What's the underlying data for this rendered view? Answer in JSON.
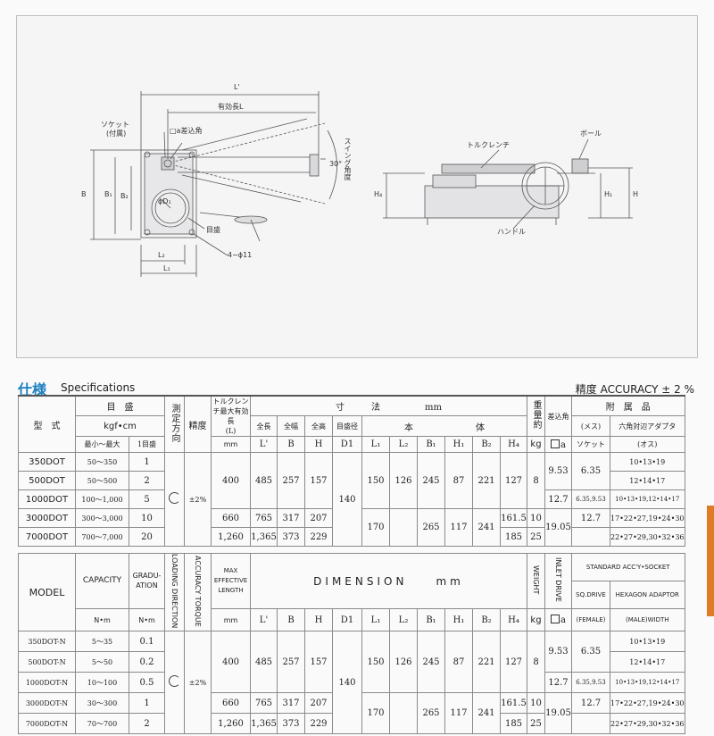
{
  "drawing": {
    "labels": {
      "L_prime": "L'",
      "effective_length": "有効長L",
      "socket": "ソケット",
      "socket_sub": "(付属)",
      "square_drive": "□a差込角",
      "angle": "30°",
      "swing_angle": "スイング角度",
      "B": "B",
      "B1": "B₁",
      "B2": "B₂",
      "D1": "ϕD₁",
      "graduation": "目盛",
      "holes": "4−ϕ11",
      "L2": "L₂",
      "L1": "L₁",
      "torque_wrench": "トルクレンチ",
      "ball": "ボール",
      "handle": "ハンドル",
      "H4": "H₄",
      "H1": "H₁",
      "H": "H"
    }
  },
  "header": {
    "title_jp": "仕様",
    "title_en": "Specifications",
    "accuracy": "精度 ACCURACY ± 2 %"
  },
  "jp_table": {
    "headers": {
      "model": "型　式",
      "graduation": "目　盛",
      "unit": "kgf•cm",
      "range": "最小〜最大",
      "step": "1目盛",
      "direction": "測定方向",
      "accuracy": "精度",
      "wrench_length": "トルクレンチ最大有効長",
      "wrench_l": "(L)",
      "mm": "mm",
      "dimensions": "寸　　　法　　　　　mm",
      "overall_length": "全長",
      "overall_width": "全幅",
      "overall_height": "全高",
      "dial_diameter": "目盛径",
      "body": "本　　　　　　　体",
      "weight": "重量約",
      "kg": "kg",
      "drive": "差込角",
      "drive_sym": "a",
      "accessories": "附　属　品",
      "female": "(メス)",
      "socket": "ソケット",
      "hex_adaptor": "六角対辺アダプタ",
      "male": "(オス)",
      "c_L": "L'",
      "c_B": "B",
      "c_H": "H",
      "c_D1": "D1",
      "c_L1": "L₁",
      "c_L2": "L₂",
      "c_B1": "B₁",
      "c_H1": "H₁",
      "c_B2": "B₂",
      "c_H4": "H₄"
    },
    "rows": [
      {
        "model": "350DOT",
        "range": "50〜350",
        "step": "1",
        "sock": "10•13•19"
      },
      {
        "model": "500DOT",
        "range": "50〜500",
        "step": "2",
        "sock": "12•14•17"
      },
      {
        "model": "1000DOT",
        "range": "100〜1,000",
        "step": "5",
        "sock": "10•13•19,12•14•17"
      },
      {
        "model": "3000DOT",
        "range": "300〜3,000",
        "step": "10",
        "sock": "17•22•27,19•24•30"
      },
      {
        "model": "7000DOT",
        "range": "700〜7,000",
        "step": "20",
        "sock": "22•27•29,30•32•36"
      }
    ]
  },
  "en_table": {
    "headers": {
      "model": "MODEL",
      "capacity": "CAPACITY",
      "graduation": "GRADU-ATION",
      "loading_direction": "LOADING DIRECTION",
      "accuracy_torque": "ACCURACY TORQUE",
      "max_eff_length": "MAX EFFECTIVE LENGTH",
      "mm": "mm",
      "dimension": "DIMENSION　　mm",
      "weight": "WEIGHT",
      "inlet_drive": "INLET DRIVE",
      "drive_sym": "a",
      "standard": "STANDARD ACC'Y•SOCKET",
      "sq_drive": "SQ.DRIVE",
      "hex_adaptor": "HEXAGON ADAPTOR",
      "female": "(FEMALE)",
      "male_width": "(MALE)WIDTH",
      "nm": "N•m",
      "kg": "kg",
      "c_L": "L'",
      "c_B": "B",
      "c_H": "H",
      "c_D1": "D1",
      "c_L1": "L₁",
      "c_L2": "L₂",
      "c_B1": "B₁",
      "c_H1": "H₁",
      "c_B2": "B₂",
      "c_H4": "H₄"
    },
    "rows": [
      {
        "model": "350DOT-N",
        "range": "5〜35",
        "step": "0.1",
        "sock": "10•13•19"
      },
      {
        "model": "500DOT-N",
        "range": "5〜50",
        "step": "0.2",
        "sock": "12•14•17"
      },
      {
        "model": "1000DOT-N",
        "range": "10〜100",
        "step": "0.5",
        "sock": "10•13•19,12•14•17"
      },
      {
        "model": "3000DOT-N",
        "range": "30〜300",
        "step": "1",
        "sock": "17•22•27,19•24•30"
      },
      {
        "model": "7000DOT-N",
        "range": "70〜700",
        "step": "2",
        "sock": "22•27•29,30•32•36"
      }
    ]
  },
  "shared": {
    "accuracy": "±2%",
    "len_400": "400",
    "len_660": "660",
    "len_1260": "1,260",
    "L_485": "485",
    "L_765": "765",
    "L_1365": "1,365",
    "B_257": "257",
    "B_317": "317",
    "B_373": "373",
    "H_157": "157",
    "H_207": "207",
    "H_229": "229",
    "D1": "140",
    "L1_150": "150",
    "L1_170": "170",
    "L2_126": "126",
    "B1_245": "245",
    "B1_265": "265",
    "H1_87": "87",
    "H1_117": "117",
    "B2_221": "221",
    "B2_241": "241",
    "H4_127": "127",
    "H4_1615": "161.5",
    "H4_185": "185",
    "W_8": "8",
    "W_10": "10",
    "W_25": "25",
    "drive_953": "9.53",
    "drive_127": "12.7",
    "drive_1905": "19.05",
    "sq_635": "6.35",
    "sq_635_953": "6.35,9.53",
    "sq_127": "12.7"
  }
}
